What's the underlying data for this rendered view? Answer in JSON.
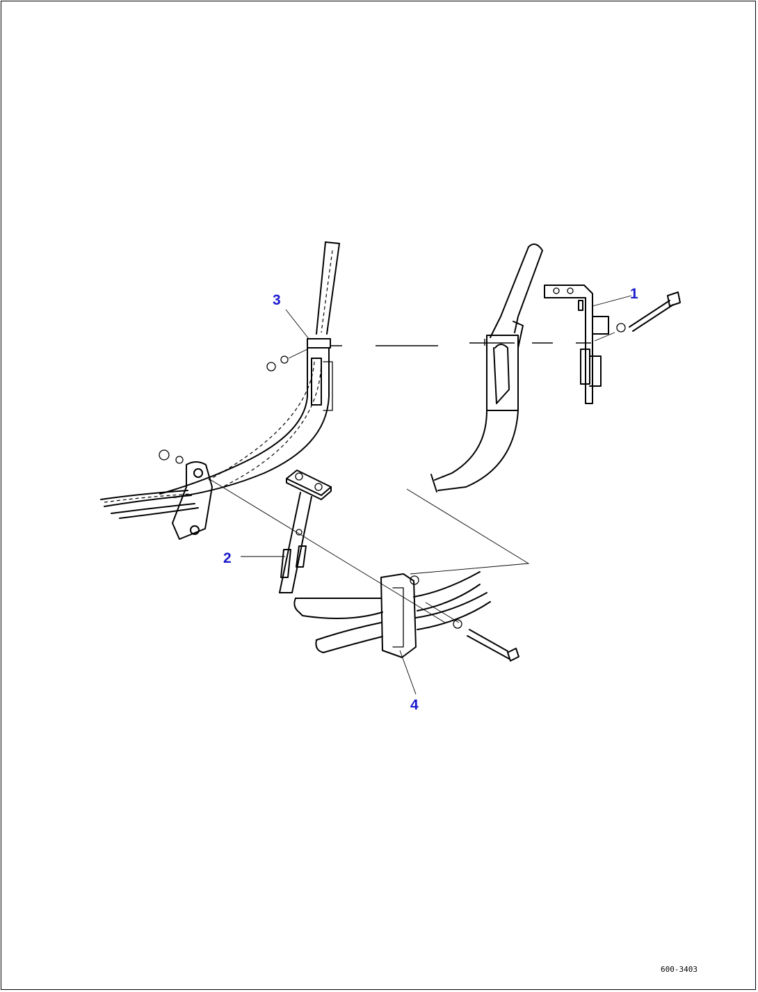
{
  "drawing": {
    "code": "600-3403",
    "colors": {
      "line": "#000000",
      "callout": "#1a1acc",
      "background": "#ffffff"
    }
  },
  "callouts": [
    {
      "id": "1",
      "label": "1"
    },
    {
      "id": "2",
      "label": "2"
    },
    {
      "id": "3",
      "label": "3"
    },
    {
      "id": "4",
      "label": "4"
    }
  ]
}
